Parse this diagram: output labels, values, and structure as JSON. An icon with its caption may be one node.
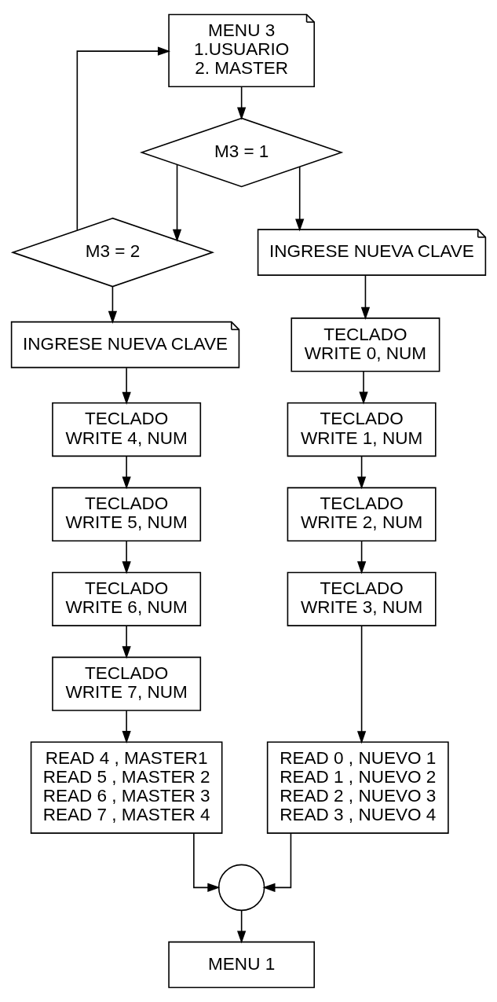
{
  "diagram": {
    "nodes": [
      {
        "text": [
          "MENU 3",
          "1.USUARIO",
          "2. MASTER"
        ]
      },
      {
        "text": [
          "M3 = 1"
        ]
      },
      {
        "text": [
          "M3 = 2"
        ]
      },
      {
        "text": [
          "INGRESE NUEVA CLAVE"
        ]
      },
      {
        "text": [
          "TECLADO",
          "WRITE 4, NUM"
        ]
      },
      {
        "text": [
          "TECLADO",
          "WRITE 5, NUM"
        ]
      },
      {
        "text": [
          "TECLADO",
          "WRITE 6, NUM"
        ]
      },
      {
        "text": [
          "TECLADO",
          "WRITE 7, NUM"
        ]
      },
      {
        "text": [
          "READ 4 , MASTER1",
          "READ 5 , MASTER 2",
          "READ 6 , MASTER 3",
          "READ 7 , MASTER 4"
        ]
      },
      {
        "text": [
          "INGRESE NUEVA CLAVE"
        ]
      },
      {
        "text": [
          "TECLADO",
          "WRITE 0, NUM"
        ]
      },
      {
        "text": [
          "TECLADO",
          "WRITE 1, NUM"
        ]
      },
      {
        "text": [
          "TECLADO",
          "WRITE 2, NUM"
        ]
      },
      {
        "text": [
          "TECLADO",
          "WRITE 3, NUM"
        ]
      },
      {
        "text": [
          "READ 0 , NUEVO 1",
          "READ 1 , NUEVO 2",
          "READ 2 , NUEVO 3",
          "READ 3 , NUEVO 4"
        ]
      },
      {
        "text": [],
        "shape": "circle"
      },
      {
        "text": [
          "MENU 1"
        ]
      }
    ],
    "edges": [
      {
        "from": 2,
        "to": 0,
        "arrow": "to"
      },
      {
        "from": 0,
        "to": 1,
        "arrow": "to"
      },
      {
        "from": 1,
        "to": 2,
        "arrow": "to"
      },
      {
        "from": 1,
        "to": 9,
        "arrow": "to"
      },
      {
        "from": 2,
        "to": 3,
        "arrow": "to"
      },
      {
        "from": 3,
        "to": 4,
        "arrow": "to"
      },
      {
        "from": 4,
        "to": 5,
        "arrow": "to"
      },
      {
        "from": 5,
        "to": 6,
        "arrow": "to"
      },
      {
        "from": 6,
        "to": 7,
        "arrow": "to"
      },
      {
        "from": 7,
        "to": 8,
        "arrow": "to"
      },
      {
        "from": 9,
        "to": 10,
        "arrow": "to"
      },
      {
        "from": 10,
        "to": 11,
        "arrow": "to"
      },
      {
        "from": 11,
        "to": 12,
        "arrow": "to"
      },
      {
        "from": 12,
        "to": 13,
        "arrow": "to"
      },
      {
        "from": 13,
        "to": 14,
        "arrow": "to"
      },
      {
        "from": 8,
        "to": 15,
        "arrow": "to"
      },
      {
        "from": 14,
        "to": 15,
        "arrow": "to"
      },
      {
        "from": 15,
        "to": 16,
        "arrow": "to"
      }
    ]
  }
}
